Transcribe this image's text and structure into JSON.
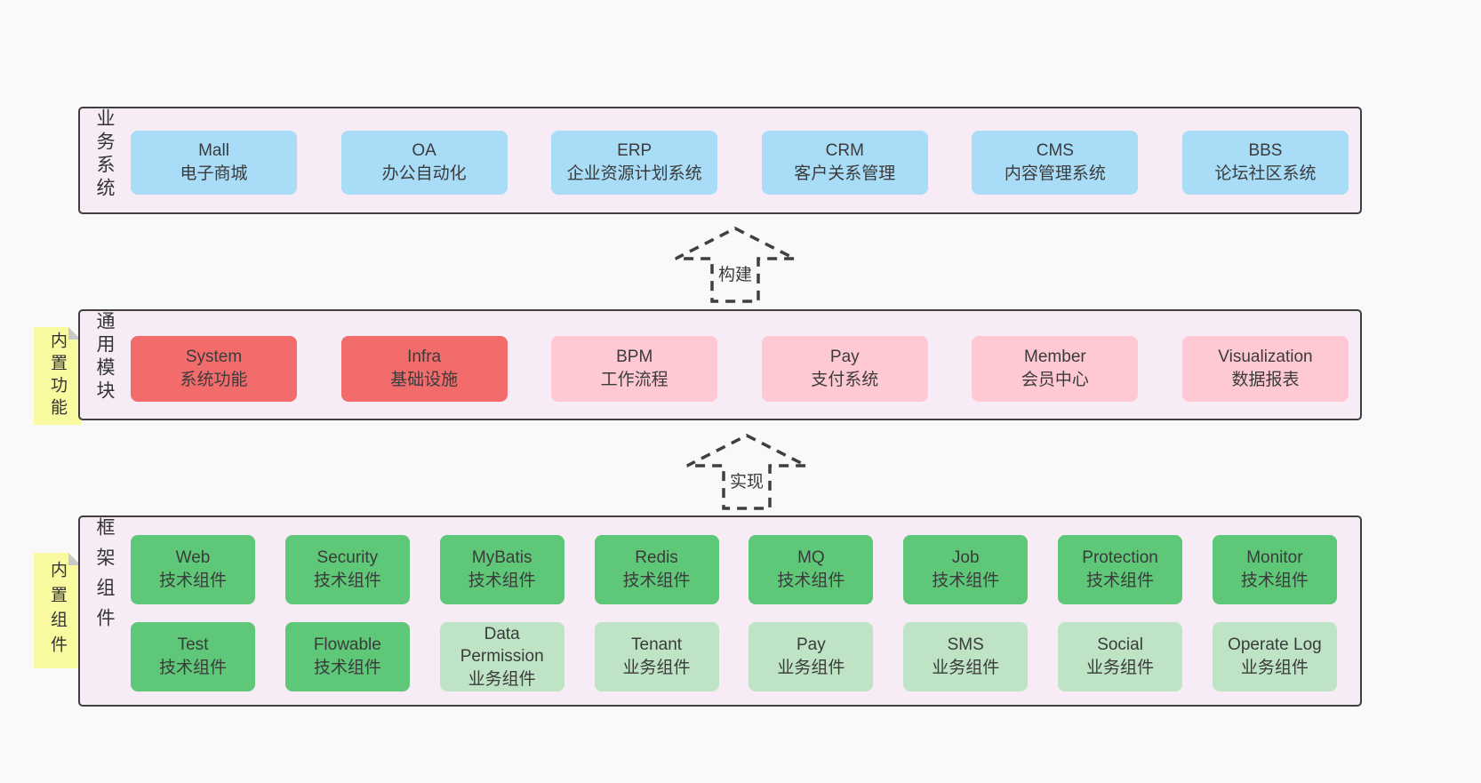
{
  "colors": {
    "page_bg": "#f9f9f9",
    "panel_bg": "#f7ecf5",
    "panel_border": "#3f3f3f",
    "blue_box": "#a8dcf7",
    "red_box": "#f26c6c",
    "pink_box": "#ffc9d3",
    "green_dark_box": "#5ec778",
    "green_light_box": "#bee4c5",
    "note_yellow": "#fafaa0",
    "note_fold_gray": "#c9c9c9",
    "text": "#3b3b3b"
  },
  "arrows": {
    "build": {
      "label": "构建"
    },
    "implement": {
      "label": "实现"
    }
  },
  "layers": {
    "business": {
      "side_label": "业务系统",
      "boxes": [
        {
          "title": "Mall",
          "subtitle": "电子商城"
        },
        {
          "title": "OA",
          "subtitle": "办公自动化"
        },
        {
          "title": "ERP",
          "subtitle": "企业资源计划系统"
        },
        {
          "title": "CRM",
          "subtitle": "客户关系管理"
        },
        {
          "title": "CMS",
          "subtitle": "内容管理系统"
        },
        {
          "title": "BBS",
          "subtitle": "论坛社区系统"
        }
      ]
    },
    "modules": {
      "side_label": "通用模块",
      "note_label": "内置功能",
      "boxes": [
        {
          "title": "System",
          "subtitle": "系统功能",
          "variant": "red"
        },
        {
          "title": "Infra",
          "subtitle": "基础设施",
          "variant": "red"
        },
        {
          "title": "BPM",
          "subtitle": "工作流程",
          "variant": "pink"
        },
        {
          "title": "Pay",
          "subtitle": "支付系统",
          "variant": "pink"
        },
        {
          "title": "Member",
          "subtitle": "会员中心",
          "variant": "pink"
        },
        {
          "title": "Visualization",
          "subtitle": "数据报表",
          "variant": "pink"
        }
      ]
    },
    "components": {
      "side_label": "框架组件",
      "note_label": "内置组件",
      "row1": [
        {
          "title": "Web",
          "subtitle": "技术组件",
          "variant": "green-dark"
        },
        {
          "title": "Security",
          "subtitle": "技术组件",
          "variant": "green-dark"
        },
        {
          "title": "MyBatis",
          "subtitle": "技术组件",
          "variant": "green-dark"
        },
        {
          "title": "Redis",
          "subtitle": "技术组件",
          "variant": "green-dark"
        },
        {
          "title": "MQ",
          "subtitle": "技术组件",
          "variant": "green-dark"
        },
        {
          "title": "Job",
          "subtitle": "技术组件",
          "variant": "green-dark"
        },
        {
          "title": "Protection",
          "subtitle": "技术组件",
          "variant": "green-dark"
        },
        {
          "title": "Monitor",
          "subtitle": "技术组件",
          "variant": "green-dark"
        }
      ],
      "row2": [
        {
          "title": "Test",
          "subtitle": "技术组件",
          "variant": "green-dark"
        },
        {
          "title": "Flowable",
          "subtitle": "技术组件",
          "variant": "green-dark"
        },
        {
          "title": "Data Permission",
          "subtitle": "业务组件",
          "variant": "green-light"
        },
        {
          "title": "Tenant",
          "subtitle": "业务组件",
          "variant": "green-light"
        },
        {
          "title": "Pay",
          "subtitle": "业务组件",
          "variant": "green-light"
        },
        {
          "title": "SMS",
          "subtitle": "业务组件",
          "variant": "green-light"
        },
        {
          "title": "Social",
          "subtitle": "业务组件",
          "variant": "green-light"
        },
        {
          "title": "Operate Log",
          "subtitle": "业务组件",
          "variant": "green-light"
        }
      ]
    }
  }
}
